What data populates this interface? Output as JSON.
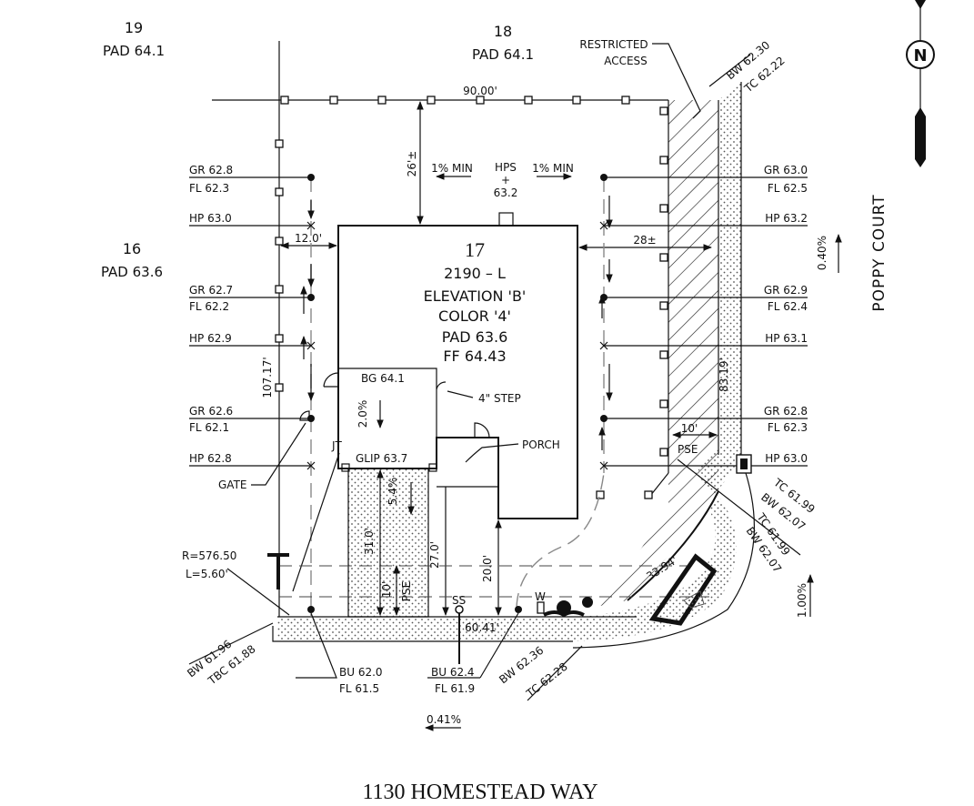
{
  "title": "1130 HOMESTEAD WAY",
  "north_label": "N",
  "lots": {
    "lot19": {
      "number": "19",
      "pad": "PAD 64.1"
    },
    "lot18": {
      "number": "18",
      "pad": "PAD 64.1"
    },
    "lot16": {
      "number": "16",
      "pad": "PAD 63.6"
    }
  },
  "house": {
    "lot": "17",
    "plan": "2190 – L",
    "elevation": "ELEVATION 'B'",
    "color": "COLOR '4'",
    "pad": "PAD 63.6",
    "ff": "FF 64.43"
  },
  "street_name": "POPPY COURT",
  "labels": {
    "restricted_1": "RESTRICTED",
    "restricted_2": "ACCESS",
    "hps": "HPS",
    "hps_plus": "+",
    "hps_val": "63.2",
    "min_left": "1% MIN",
    "min_right": "1% MIN",
    "bg": "BG 64.1",
    "step": "4\" STEP",
    "porch": "PORCH",
    "glip": "GLIP 63.7",
    "gate": "GATE",
    "jt": "JT",
    "pse_right": "PSE",
    "pse_drive": "PSE",
    "ss": "SS",
    "w": "W",
    "radius": "R=576.50",
    "arc_len": "L=5.60'"
  },
  "dims": {
    "top_width": "90.00'",
    "front_setback": "26'±",
    "left_side": "12.0'",
    "right_side": "28±",
    "left_length": "107.17'",
    "right_length": "83.19'",
    "pse_width": "10'",
    "drive_31": "31.0'",
    "drive_27": "27.0'",
    "drive_20": "20.0'",
    "drive_10": "10'",
    "front_width": "60.41'",
    "curve_len": "33.94'",
    "slope_2": "2.0%",
    "slope_54": "5.4%",
    "slope_040": "0.40%",
    "slope_100": "1.00%",
    "slope_041": "0.41%"
  },
  "left_grades": [
    {
      "a": "GR 62.8",
      "b": "FL 62.3"
    },
    {
      "a": "HP 63.0"
    },
    {
      "a": "GR 62.7",
      "b": "FL 62.2"
    },
    {
      "a": "HP 62.9"
    },
    {
      "a": "GR 62.6",
      "b": "FL 62.1"
    },
    {
      "a": "HP 62.8"
    }
  ],
  "right_grades": [
    {
      "a": "GR 63.0",
      "b": "FL 62.5"
    },
    {
      "a": "HP 63.2"
    },
    {
      "a": "GR 62.9",
      "b": "FL 62.4"
    },
    {
      "a": "HP 63.1"
    },
    {
      "a": "GR 62.8",
      "b": "FL 62.3"
    },
    {
      "a": "HP 63.0"
    }
  ],
  "curbs": {
    "bw_6230": "BW 62.30",
    "tc_6222": "TC 62.22",
    "tc_6199a": "TC 61.99",
    "bw_6207a": "BW 62.07",
    "tc_6199b": "TC 61.99",
    "bw_6207b": "BW 62.07",
    "bw_6196": "BW 61.96",
    "tbc_6188": "TBC 61.88",
    "bu_620": "BU 62.0",
    "fl_615": "FL 61.5",
    "bu_624": "BU 62.4",
    "fl_619": "FL 61.9",
    "bw_6236": "BW 62.36",
    "tc_6228": "TC 62.28"
  }
}
